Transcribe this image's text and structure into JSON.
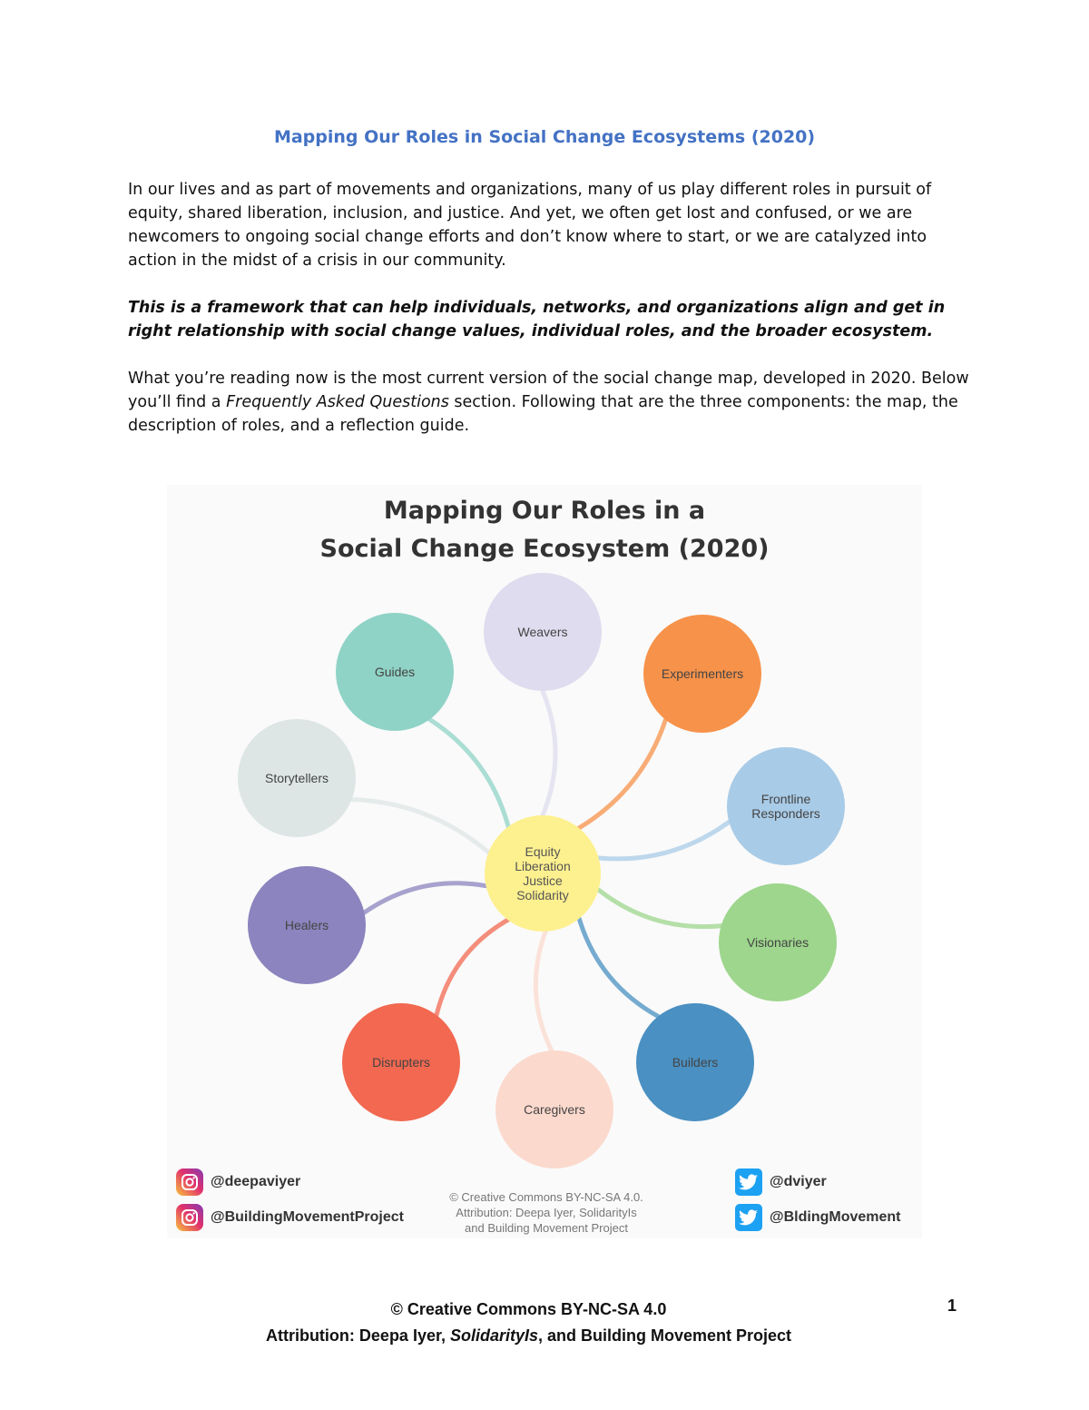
{
  "document": {
    "title": "Mapping Our Roles in Social Change Ecosystems (2020)",
    "paragraph1": "In our lives and as part of movements and organizations, many of us play different roles in pursuit of equity, shared liberation, inclusion, and justice. And yet, we often get lost and confused, or we are newcomers to ongoing social change efforts and don’t know where to start, or we are catalyzed into action in the midst of a crisis in our community.",
    "paragraph2": "This is a framework that can help individuals, networks, and organizations align and get in right relationship with social change values, individual roles, and the broader ecosystem.",
    "paragraph3": {
      "part1": "What you’re reading now is the most current version of the social change map, developed in 2020. Below you’ll find a ",
      "emphasis": "Frequently Asked Questions",
      "part2": " section. Following that are the three components: the map, the description of roles, and a reflection guide."
    }
  },
  "figure": {
    "title_line1": "Mapping Our Roles in a",
    "title_line2": "Social Change Ecosystem (2020)",
    "center": {
      "lines": [
        "Equity",
        "Liberation",
        "Justice",
        "Solidarity"
      ],
      "color": "#fdf08f"
    },
    "roles": [
      {
        "lines": [
          "Weavers"
        ],
        "color": "#dedcee"
      },
      {
        "lines": [
          "Experimenters"
        ],
        "color": "#f7924a"
      },
      {
        "lines": [
          "Frontline",
          "Responders"
        ],
        "color": "#a8cbe7"
      },
      {
        "lines": [
          "Visionaries"
        ],
        "color": "#9dd68c"
      },
      {
        "lines": [
          "Builders"
        ],
        "color": "#4a90c2"
      },
      {
        "lines": [
          "Caregivers"
        ],
        "color": "#fbd9cd"
      },
      {
        "lines": [
          "Disrupters"
        ],
        "color": "#f26850"
      },
      {
        "lines": [
          "Healers"
        ],
        "color": "#8b84be"
      },
      {
        "lines": [
          "Storytellers"
        ],
        "color": "#dde6e5"
      },
      {
        "lines": [
          "Guides"
        ],
        "color": "#8fd3c6"
      }
    ],
    "social": {
      "instagram1": "@deepaviyer",
      "instagram2": "@BuildingMovementProject",
      "twitter1": "@dviyer",
      "twitter2": "@BldingMovement"
    },
    "credit": {
      "line1": "© Creative Commons BY-NC-SA 4.0.",
      "line2": "Attribution: Deepa Iyer, SolidarityIs",
      "line3": "and Building Movement Project"
    }
  },
  "footer": {
    "line1": "© Creative Commons BY-NC-SA 4.0",
    "line2_part1": "Attribution: Deepa Iyer, ",
    "line2_emphasis": "SolidarityIs",
    "line2_part2": ", and Building Movement Project",
    "page_number": "1"
  }
}
